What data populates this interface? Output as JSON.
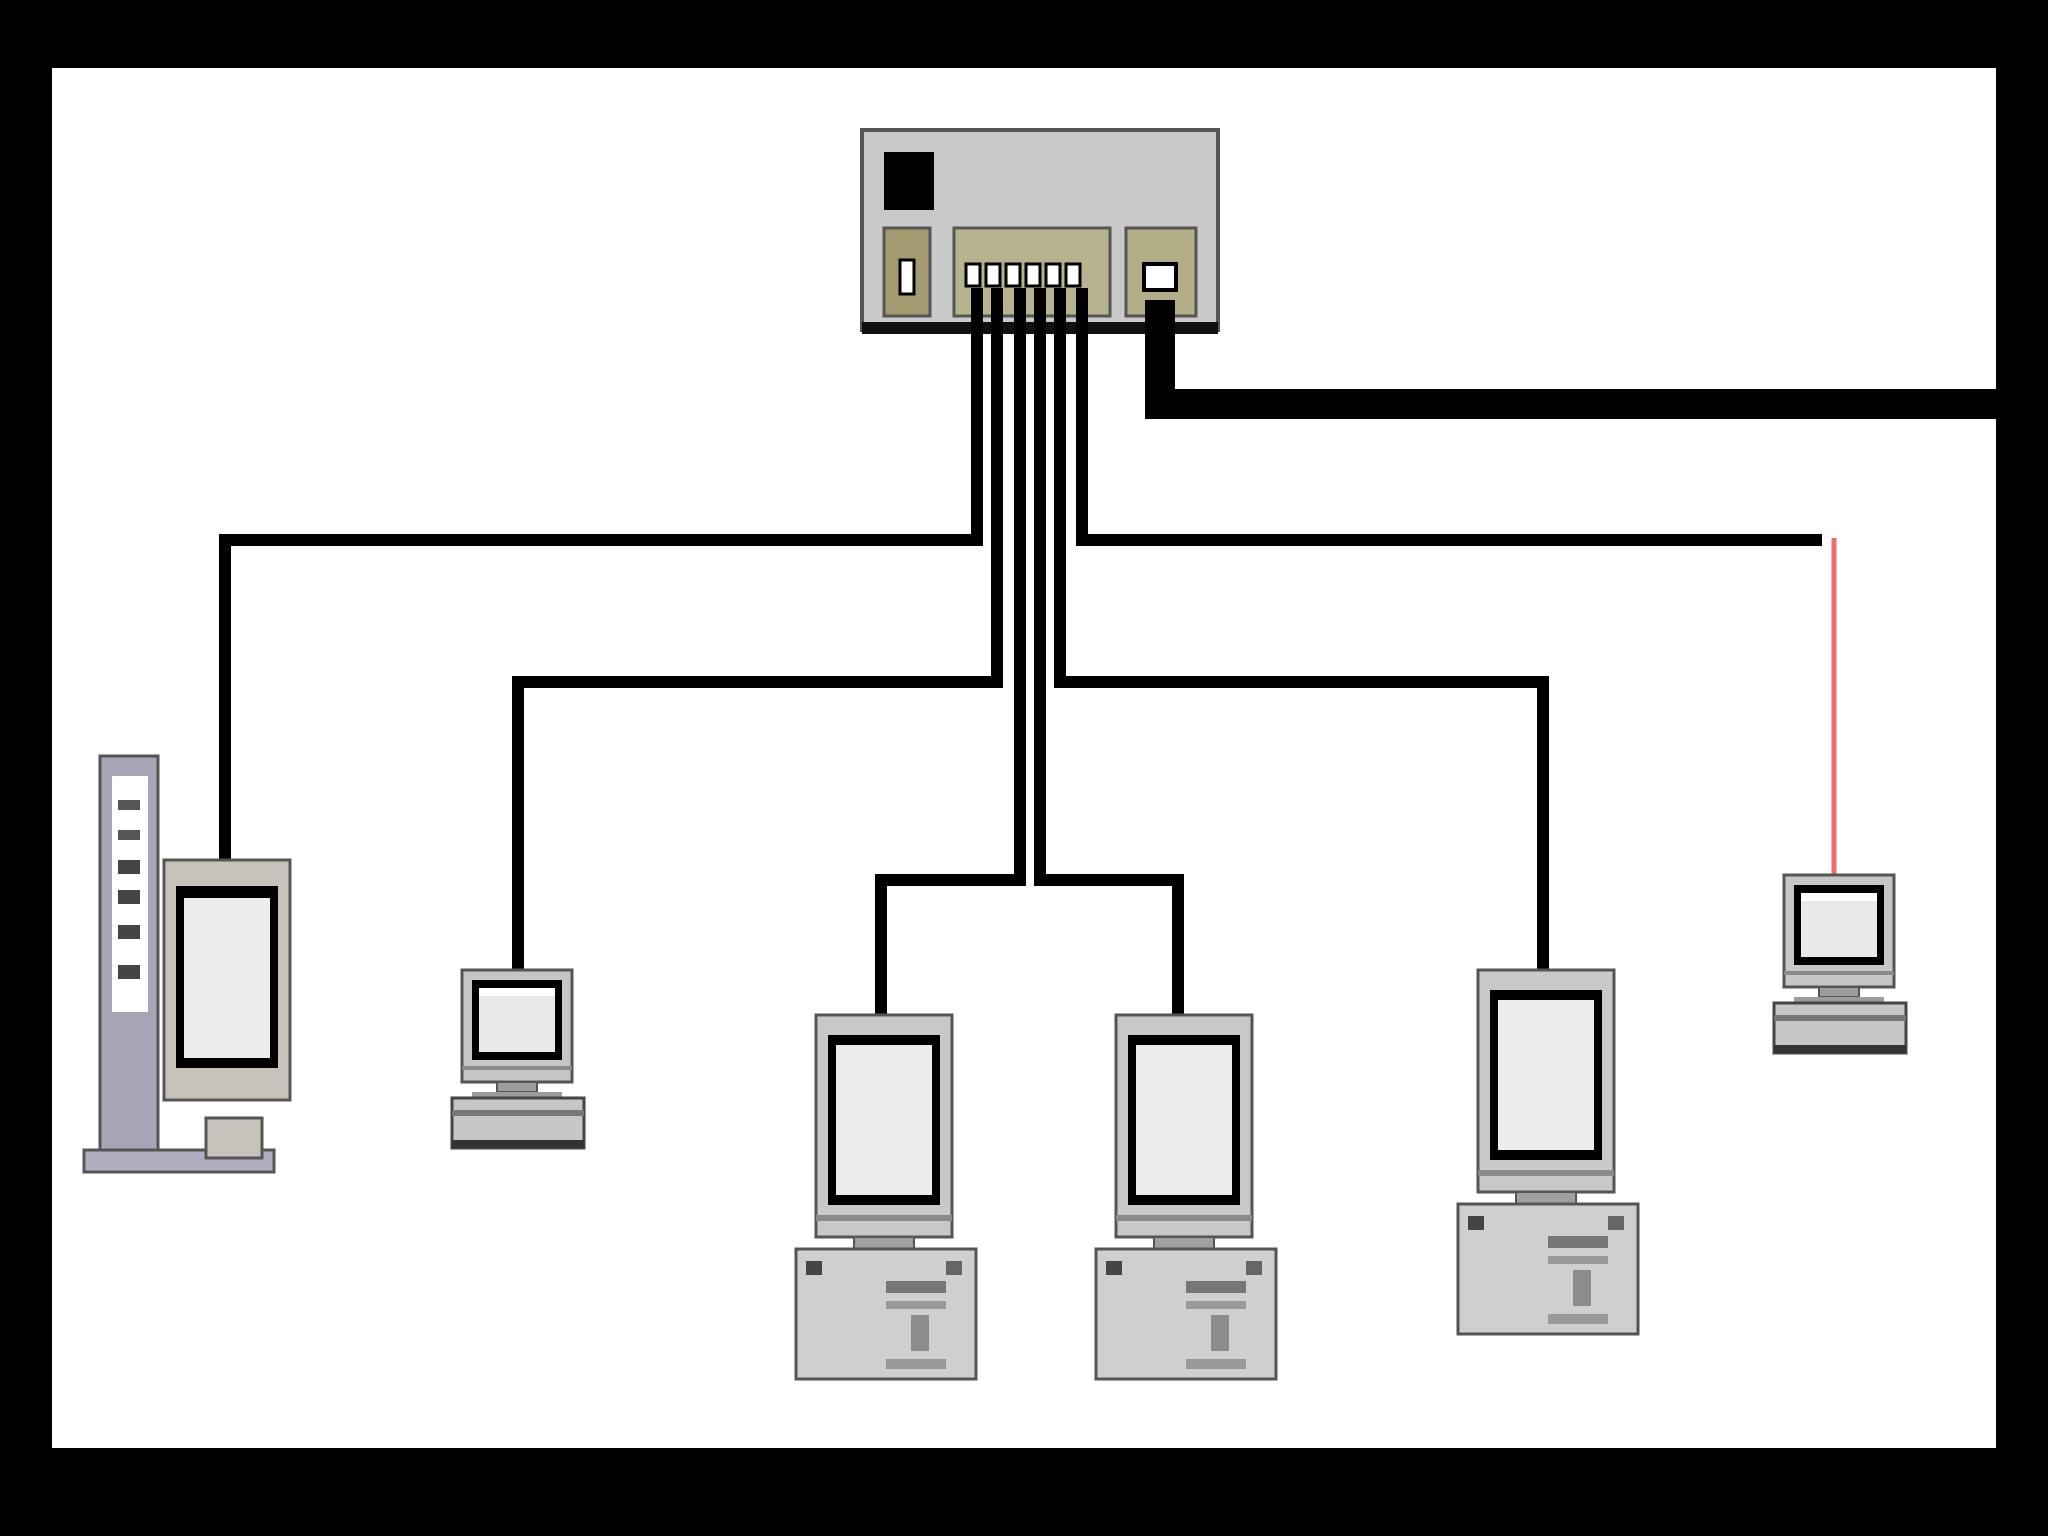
{
  "diagram": {
    "type": "star network topology",
    "hub": {
      "icon": "network-hub-icon",
      "ports": 6,
      "uplink_port": 1
    },
    "nodes": [
      {
        "id": "server",
        "icon": "server-tower-icon",
        "connection": "hub-port-1"
      },
      {
        "id": "workstation-1",
        "icon": "desktop-computer-icon",
        "connection": "hub-port-2"
      },
      {
        "id": "workstation-2",
        "icon": "desktop-computer-icon",
        "connection": "hub-port-3"
      },
      {
        "id": "workstation-3",
        "icon": "desktop-computer-icon",
        "connection": "hub-port-4"
      },
      {
        "id": "workstation-4",
        "icon": "desktop-computer-icon",
        "connection": "hub-port-5"
      },
      {
        "id": "workstation-5",
        "icon": "desktop-computer-icon",
        "connection": "hub-port-6"
      }
    ],
    "uplink": {
      "direction": "right"
    },
    "highlighted_link": {
      "node": "workstation-5",
      "color": "#f26b6b"
    }
  },
  "colors": {
    "background": "#000000",
    "canvas": "#ffffff",
    "cable": "#000000",
    "device_gray": "#c9c9c9",
    "device_dark": "#8a8a8a",
    "screen": "#eeeeee",
    "port_panel": "#a39a72",
    "highlight": "#f26b6b"
  }
}
